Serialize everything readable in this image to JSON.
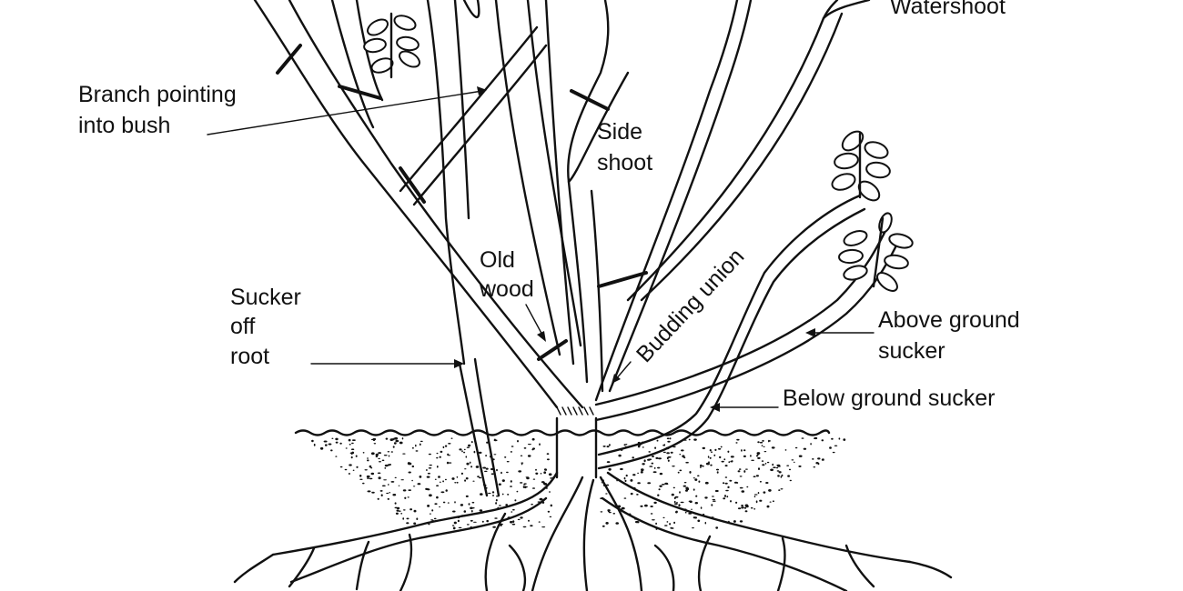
{
  "diagram": {
    "labels": {
      "watershoot": "Watershoot",
      "branch_line1": "Branch pointing",
      "branch_line2": "into bush",
      "side_line1": "Side",
      "side_line2": "shoot",
      "old_line1": "Old",
      "old_line2": "wood",
      "sucker_line1": "Sucker",
      "sucker_line2": "off",
      "sucker_line3": "root",
      "budding_union": "Budding union",
      "above_line1": "Above ground",
      "above_line2": "sucker",
      "below_ground": "Below ground sucker"
    },
    "colors": {
      "ink": "#111111",
      "paper": "#ffffff"
    },
    "icons": [
      "leaf-cluster-icon",
      "pruning-cut-mark-icon",
      "arrow-icon"
    ]
  }
}
